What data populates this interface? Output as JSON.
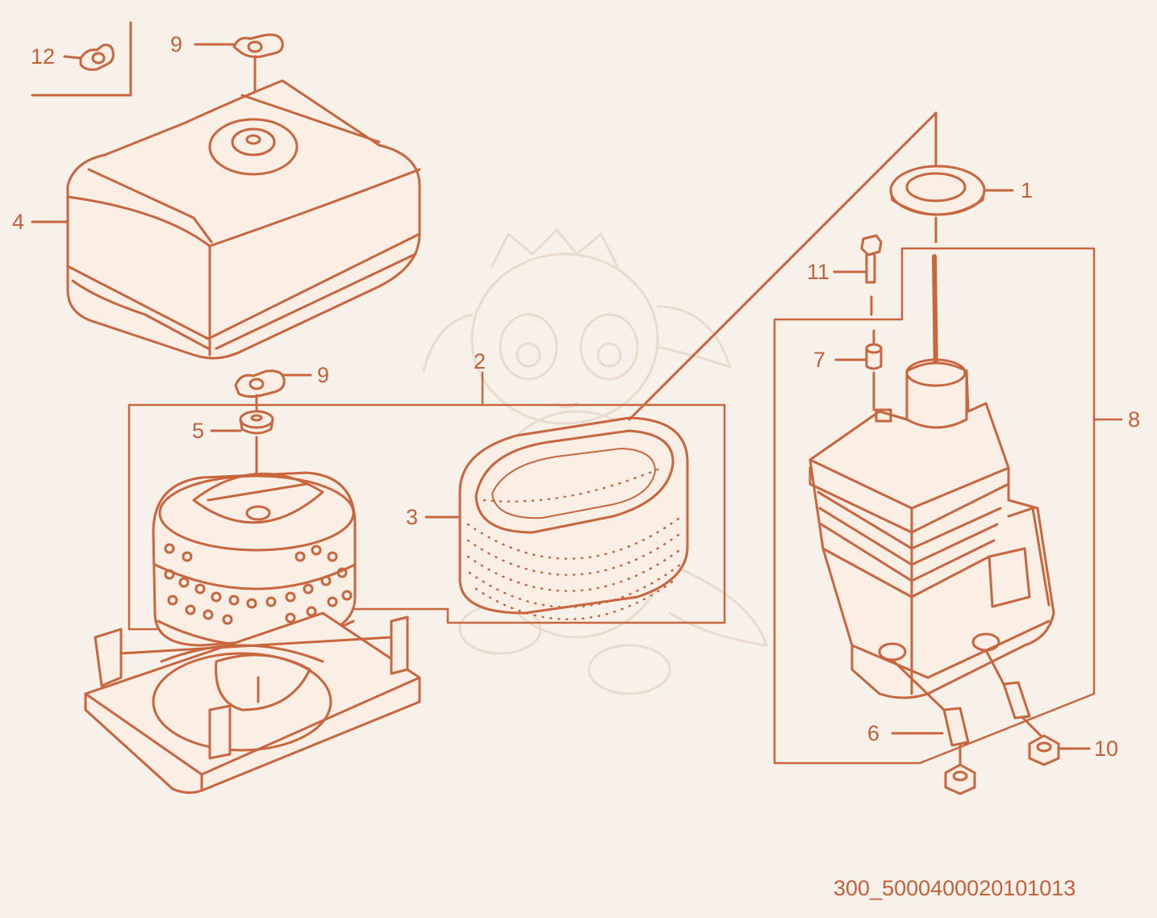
{
  "colors": {
    "line": "#c8663f",
    "fill": "#fbeee5",
    "text": "#c4603a",
    "background": "#f8f1e9",
    "watermark": "#e8d9cc"
  },
  "callouts": {
    "c1": "1",
    "c2": "2",
    "c3": "3",
    "c4": "4",
    "c5": "5",
    "c6": "6",
    "c7": "7",
    "c8": "8",
    "c9_top": "9",
    "c9_mid": "9",
    "c10": "10",
    "c11": "11",
    "c12": "12"
  },
  "diagram_code": "300_5000400020101013"
}
